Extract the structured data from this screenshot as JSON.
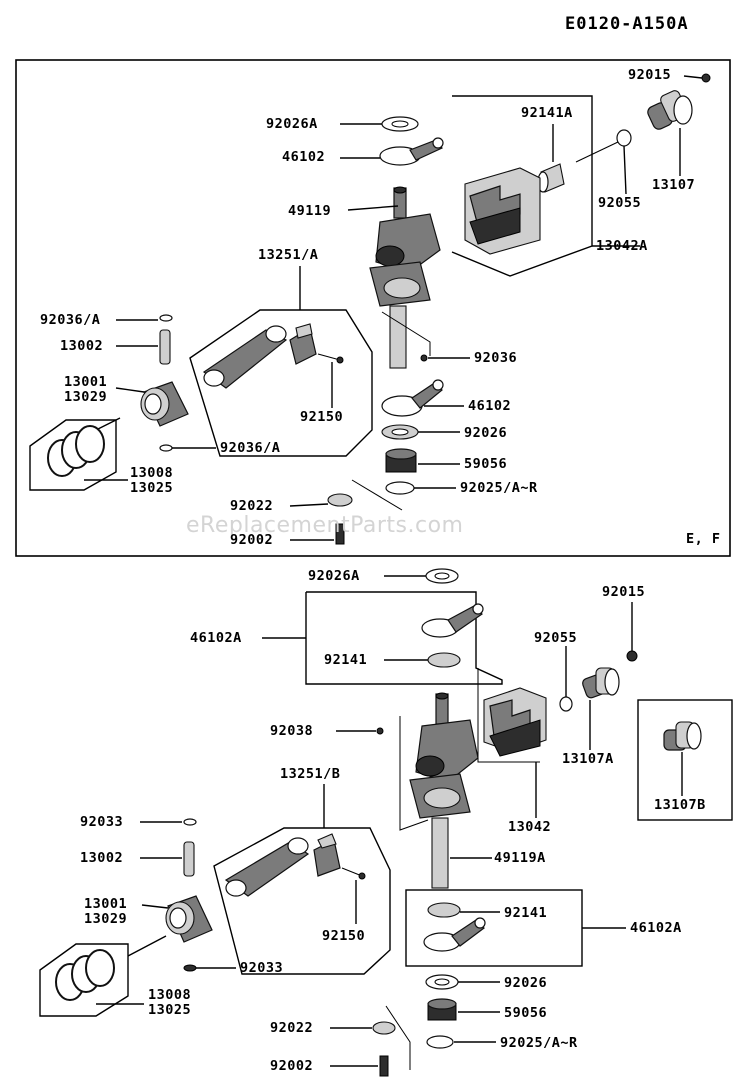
{
  "diagram_id": "E0120-A150A",
  "watermark": "eReplacementParts.com",
  "upper_box_note": "E, F",
  "upper_labels": {
    "p92015": "92015",
    "p92026A": "92026A",
    "p92141A": "92141A",
    "p46102_top": "46102",
    "p13107": "13107",
    "p49119": "49119",
    "p92055": "92055",
    "p13042A": "13042A",
    "p13251A": "13251/A",
    "p92036A_top": "92036/A",
    "p13002": "13002",
    "p92036": "92036",
    "p13001": "13001",
    "p13029": "13029",
    "p46102_bot": "46102",
    "p92150": "92150",
    "p92026": "92026",
    "p92036A_bot": "92036/A",
    "p59056": "59056",
    "p13008": "13008",
    "p13025": "13025",
    "p92025": "92025/A~R",
    "p92022": "92022",
    "p92002": "92002"
  },
  "lower_labels": {
    "p92026A": "92026A",
    "p92015": "92015",
    "p46102A_top": "46102A",
    "p92055": "92055",
    "p92141_top": "92141",
    "p92038": "92038",
    "p13107A": "13107A",
    "p13251B": "13251/B",
    "p13107B": "13107B",
    "p13042": "13042",
    "p92033_top": "92033",
    "p13002": "13002",
    "p49119A": "49119A",
    "p13001": "13001",
    "p13029": "13029",
    "p92141_bot": "92141",
    "p46102A_bot": "46102A",
    "p92150": "92150",
    "p92033_bot": "92033",
    "p92026": "92026",
    "p13008": "13008",
    "p13025": "13025",
    "p59056": "59056",
    "p92022": "92022",
    "p92025": "92025/A~R",
    "p92002": "92002"
  }
}
